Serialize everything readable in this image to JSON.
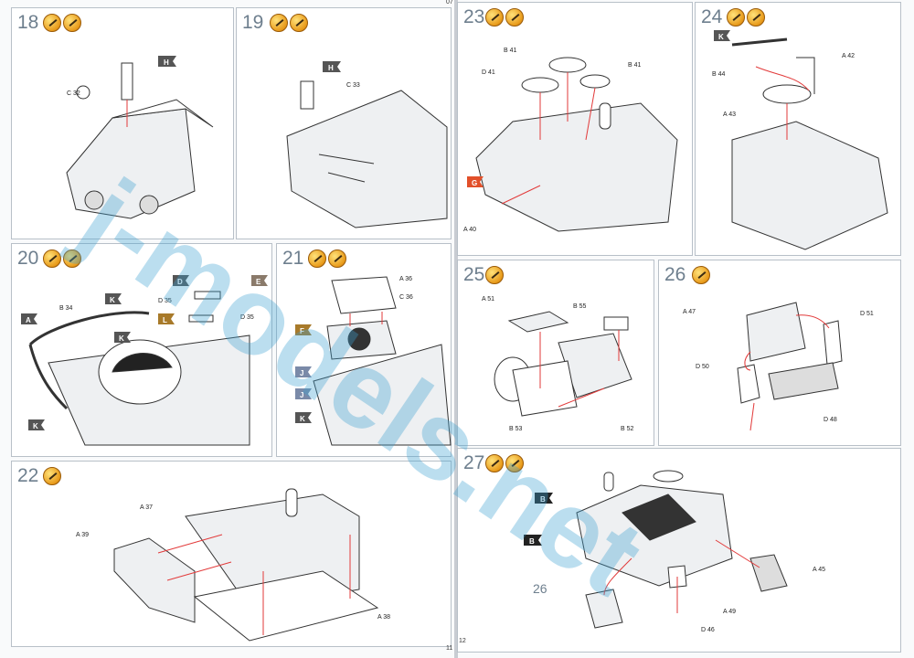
{
  "pages": [
    {
      "number": "11"
    },
    {
      "number": "12"
    }
  ],
  "top_mark": "07",
  "steps": [
    {
      "number": "18",
      "tools": [
        "cement-icon",
        "paint-icon"
      ]
    },
    {
      "number": "19",
      "tools": [
        "cement-icon",
        "paint-icon"
      ]
    },
    {
      "number": "20",
      "tools": [
        "cement-icon",
        "paint-icon"
      ]
    },
    {
      "number": "21",
      "tools": [
        "cement-icon",
        "paint-icon"
      ]
    },
    {
      "number": "22",
      "tools": [
        "cement-icon"
      ]
    },
    {
      "number": "23",
      "tools": [
        "cement-icon",
        "paint-icon"
      ]
    },
    {
      "number": "24",
      "tools": [
        "cement-icon",
        "paint-icon"
      ]
    },
    {
      "number": "25",
      "tools": [
        "cement-icon"
      ]
    },
    {
      "number": "26",
      "tools": [
        "cement-icon"
      ]
    },
    {
      "number": "27",
      "tools": [
        "cement-icon",
        "paint-icon"
      ]
    }
  ],
  "callouts": {
    "s18": [
      {
        "label": "C 32"
      },
      {
        "flag": "H"
      }
    ],
    "s19": [
      {
        "label": "C 33"
      },
      {
        "flag": "H"
      }
    ],
    "s20": [
      {
        "label": "B 34"
      },
      {
        "label": "D 35"
      },
      {
        "label": "D 35"
      },
      {
        "flag": "A"
      },
      {
        "flag": "K"
      },
      {
        "flag": "K"
      },
      {
        "flag": "K"
      },
      {
        "flag": "L"
      },
      {
        "flag": "D"
      },
      {
        "flag": "E"
      }
    ],
    "s21": [
      {
        "label": "A 36"
      },
      {
        "label": "C 36"
      },
      {
        "flag": "F"
      },
      {
        "flag": "J"
      },
      {
        "flag": "J"
      },
      {
        "flag": "K"
      }
    ],
    "s22": [
      {
        "label": "A 37"
      },
      {
        "label": "A 39"
      },
      {
        "label": "A 38"
      }
    ],
    "s23": [
      {
        "label": "B 41"
      },
      {
        "label": "D 41"
      },
      {
        "label": "B 41"
      },
      {
        "label": "A 40"
      },
      {
        "flag": "G"
      }
    ],
    "s24": [
      {
        "label": "B 44"
      },
      {
        "label": "A 42"
      },
      {
        "label": "A 43"
      },
      {
        "flag": "K"
      }
    ],
    "s25": [
      {
        "label": "A 51"
      },
      {
        "label": "B 55"
      },
      {
        "label": "B 53"
      },
      {
        "label": "B 52"
      }
    ],
    "s26": [
      {
        "label": "A 47"
      },
      {
        "label": "D 51"
      },
      {
        "label": "D 50"
      },
      {
        "label": "D 48"
      }
    ],
    "s27": [
      {
        "label": "A 45"
      },
      {
        "label": "A 49"
      },
      {
        "label": "D 46"
      },
      {
        "flag": "B"
      },
      {
        "flag": "B"
      },
      {
        "ref": "26"
      }
    ]
  },
  "watermark": "j-models.net",
  "colors": {
    "paint_flag": "#555555",
    "brown_flag": "#a87a2a",
    "orange_flag": "#e2502a",
    "blue_flag": "#7a8aa8",
    "arrow": "#e23a3a",
    "watermark": "#3ca0d2"
  }
}
